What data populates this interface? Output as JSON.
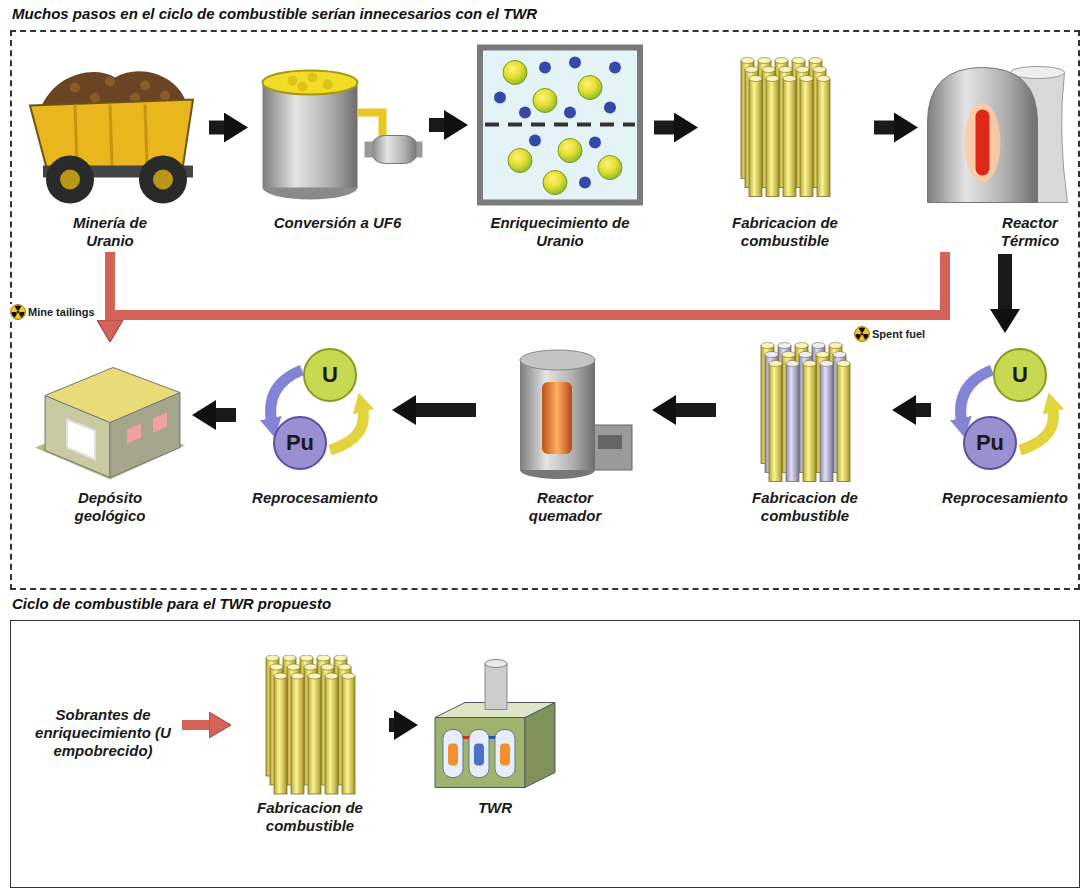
{
  "diagram": {
    "nodes": [
      {
        "text": [
          "Muchos pasos en el ciclo de combustible serían innecesarios con el TWR"
        ]
      },
      {
        "text": [
          "Minería de Uranio"
        ],
        "in": 0
      },
      {
        "text": [
          "Conversión a UF6"
        ],
        "in": 0
      },
      {
        "text": [
          "Enriquecimiento de Uranio"
        ],
        "in": 0
      },
      {
        "text": [
          "Fabricacion de combustible"
        ],
        "in": 0
      },
      {
        "text": [
          "Reactor Térmico"
        ],
        "in": 0
      },
      {
        "text": [
          "Reprocesamiento"
        ],
        "in": 0
      },
      {
        "text": [
          "Fabricacion de combustible"
        ],
        "in": 0
      },
      {
        "text": [
          "Reactor quemador"
        ],
        "in": 0
      },
      {
        "text": [
          "Reprocesamiento"
        ],
        "in": 0
      },
      {
        "text": [
          "Depósito geológico"
        ],
        "in": 0
      },
      {
        "text": [
          "Ciclo de combustible para el TWR propuesto"
        ]
      },
      {
        "text": [
          "Sobrantes de enriquecimiento (U empobrecido)"
        ],
        "in": 11
      },
      {
        "text": [
          "Fabricacion de combustible"
        ],
        "in": 11
      },
      {
        "text": [
          "TWR"
        ],
        "in": 11
      }
    ],
    "edges": [
      {
        "from": 1,
        "to": 2,
        "arrow": "to"
      },
      {
        "from": 2,
        "to": 3,
        "arrow": "to"
      },
      {
        "from": 3,
        "to": 4,
        "arrow": "to"
      },
      {
        "from": 4,
        "to": 5,
        "arrow": "to"
      },
      {
        "from": 5,
        "to": 6,
        "arrow": "to"
      },
      {
        "from": 6,
        "to": 7,
        "arrow": "to"
      },
      {
        "from": 7,
        "to": 8,
        "arrow": "to"
      },
      {
        "from": 8,
        "to": 9,
        "arrow": "to"
      },
      {
        "from": 9,
        "to": 10,
        "arrow": "to"
      },
      {
        "from": 5,
        "to": 10,
        "label": "Spent fuel",
        "arrow": "to"
      },
      {
        "from": 1,
        "to": 10,
        "label": "Mine tailings",
        "arrow": "to"
      },
      {
        "from": 12,
        "to": 13,
        "arrow": "to"
      },
      {
        "from": 13,
        "to": 14,
        "arrow": "to"
      }
    ],
    "labels": [
      "U",
      "Pu",
      "U",
      "Pu"
    ]
  }
}
